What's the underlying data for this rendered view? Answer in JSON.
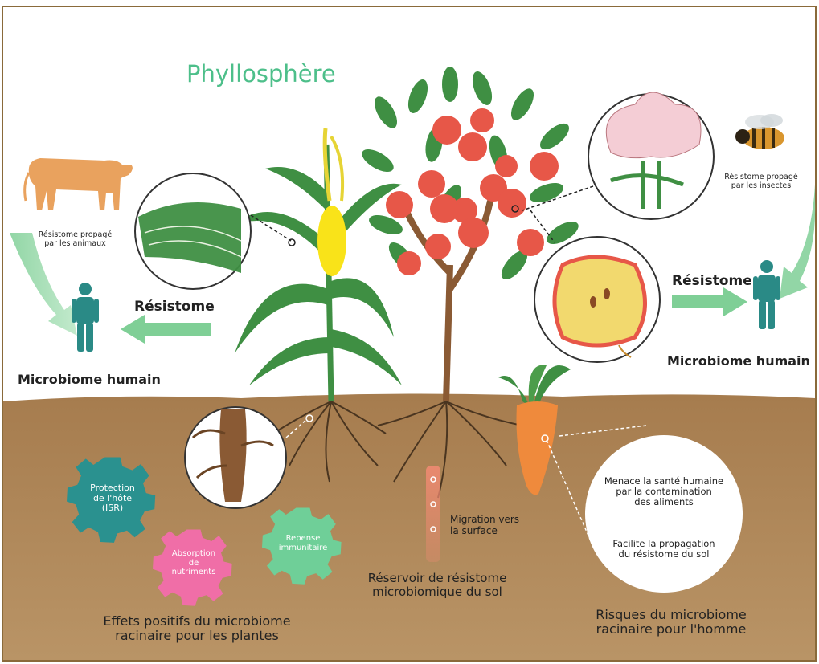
{
  "title": "Phyllosphère",
  "labels": {
    "left_animal": "Résistome propagé\npar les animaux",
    "right_insect": "Résistome propagé\npar les insectes",
    "left_resistome": "Résistome",
    "right_resistome": "Résistome",
    "left_microbiome": "Microbiome humain",
    "right_microbiome": "Microbiome humain",
    "migration": "Migration vers\nla surface",
    "reservoir": "Réservoir de résistome\nmicrobiomique du sol",
    "gear_protection": "Protection\nde l'hôte\n(ISR)",
    "gear_absorption": "Absorption\nde\nnutriments",
    "gear_immune": "Repense\nimmunitaire",
    "positive_effects": "Effets positifs du microbiome\nracinaire pour les plantes",
    "risk_1": "Menace la santé humaine\npar la contamination\ndes aliments",
    "risk_2": "Facilite la propagation\ndu résistome du sol",
    "risks": "Risques du microbiome\nracinaire pour l'homme"
  },
  "colors": {
    "title": "#4dbf8a",
    "soil": "#b78e5c",
    "leaf": "#3f8f43",
    "arrow": "#7fcf96",
    "human": "#2a8a86",
    "gear_protection": "#2a918f",
    "gear_absorption": "#f06ea7",
    "gear_immune": "#6fcf98",
    "fruit": "#e75748",
    "corn": "#f9e319",
    "carrot": "#ef8a3c"
  }
}
